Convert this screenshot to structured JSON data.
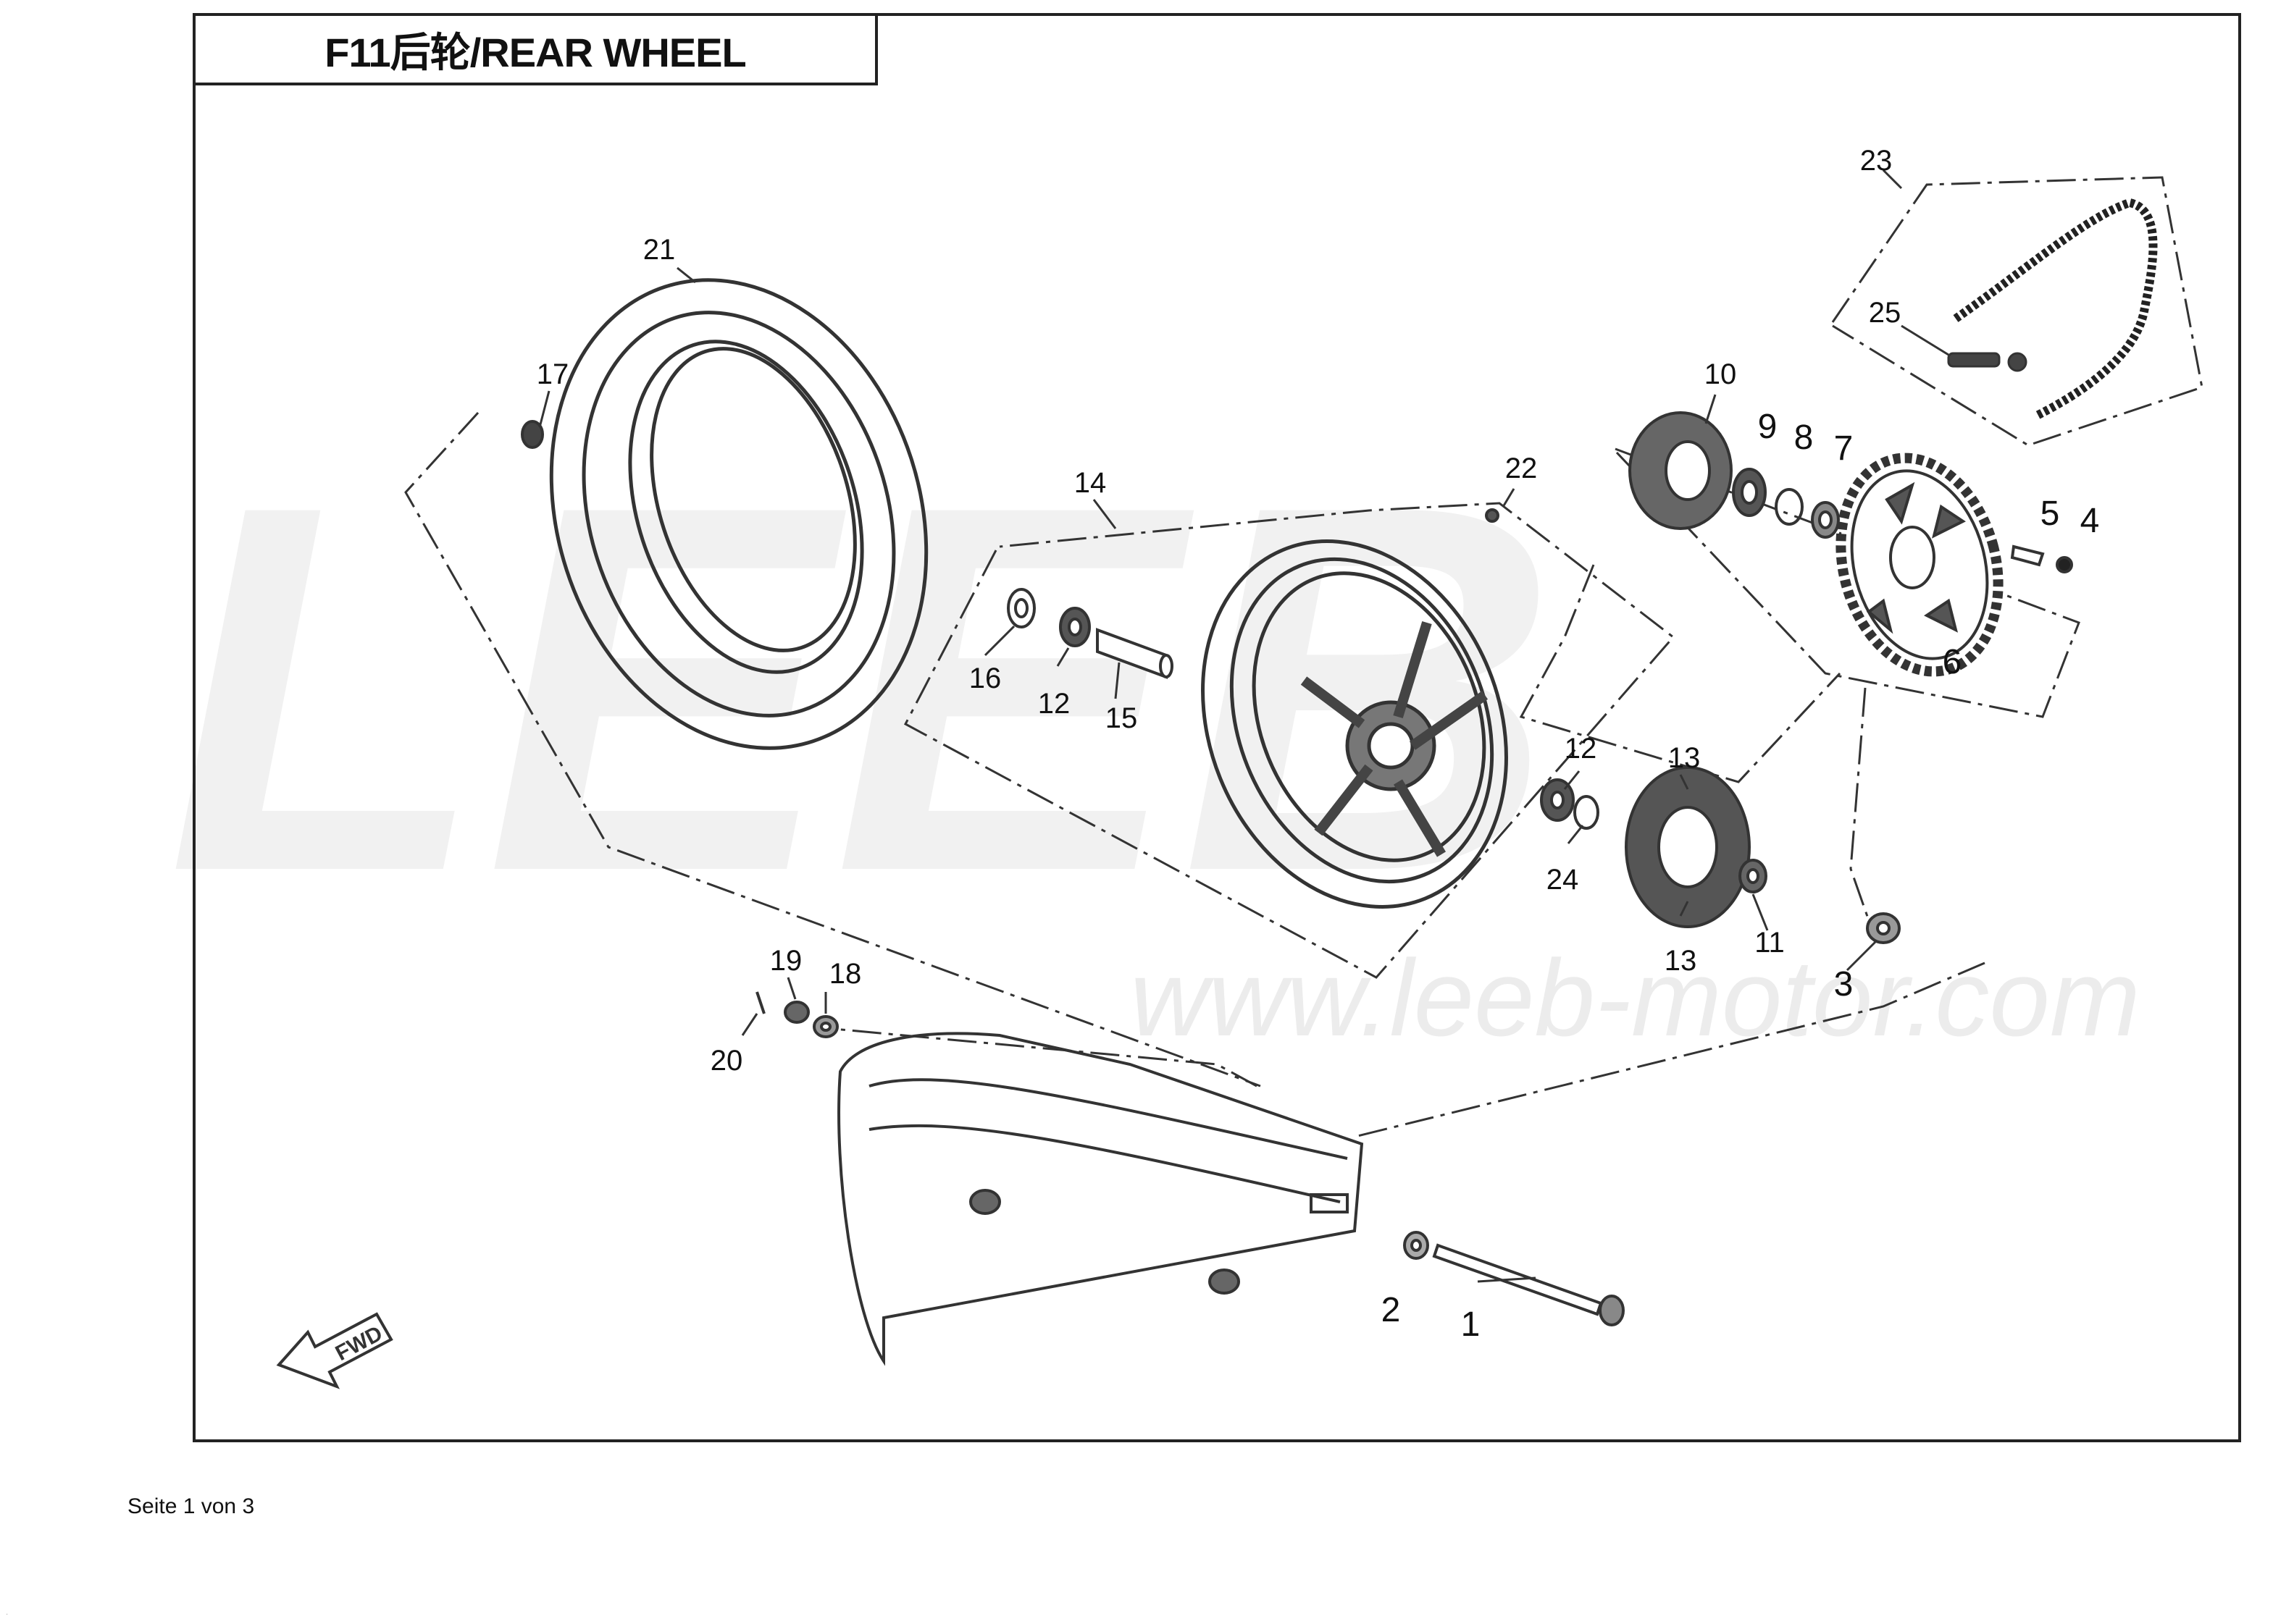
{
  "title": "F11后轮/REAR WHEEL",
  "footer": "Seite 1 von 3",
  "watermark": {
    "logo_text": "LEEB",
    "url": "www.leeb-motor.com"
  },
  "fwd_label": "FWD",
  "callouts": {
    "c1": "1",
    "c2": "2",
    "c3": "3",
    "c4": "4",
    "c5": "5",
    "c6": "6",
    "c7": "7",
    "c8": "8",
    "c9": "9",
    "c10": "10",
    "c11": "11",
    "c12a": "12",
    "c12b": "12",
    "c13a": "13",
    "c13b": "13",
    "c14": "14",
    "c15": "15",
    "c16": "16",
    "c17": "17",
    "c18": "18",
    "c19": "19",
    "c20": "20",
    "c21": "21",
    "c22": "22",
    "c23": "23",
    "c24": "24",
    "c25": "25"
  },
  "icons": [
    "tire-icon",
    "rim-icon",
    "sprocket-icon",
    "chain-icon",
    "swingarm-icon",
    "axle-icon",
    "bearing-icon",
    "fwd-arrow-icon"
  ]
}
